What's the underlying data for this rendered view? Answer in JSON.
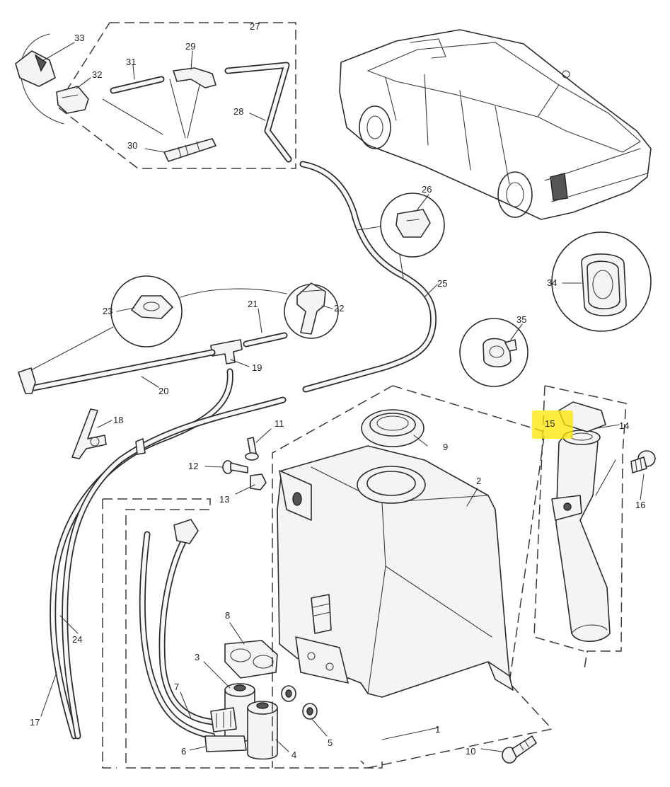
{
  "diagram": {
    "highlight_color": "#ffe600",
    "line_color": "#2b2b2b",
    "labels": [
      {
        "id": "1",
        "text": "1"
      },
      {
        "id": "2",
        "text": "2"
      },
      {
        "id": "3",
        "text": "3"
      },
      {
        "id": "4",
        "text": "4"
      },
      {
        "id": "5",
        "text": "5"
      },
      {
        "id": "6",
        "text": "6"
      },
      {
        "id": "7",
        "text": "7"
      },
      {
        "id": "8",
        "text": "8"
      },
      {
        "id": "9",
        "text": "9"
      },
      {
        "id": "10",
        "text": "10"
      },
      {
        "id": "11",
        "text": "11"
      },
      {
        "id": "12",
        "text": "12"
      },
      {
        "id": "13",
        "text": "13"
      },
      {
        "id": "14",
        "text": "14"
      },
      {
        "id": "15",
        "text": "15"
      },
      {
        "id": "16",
        "text": "16"
      },
      {
        "id": "17",
        "text": "17"
      },
      {
        "id": "18",
        "text": "18"
      },
      {
        "id": "19",
        "text": "19"
      },
      {
        "id": "20",
        "text": "20"
      },
      {
        "id": "21",
        "text": "21"
      },
      {
        "id": "22",
        "text": "22"
      },
      {
        "id": "23",
        "text": "23"
      },
      {
        "id": "24",
        "text": "24"
      },
      {
        "id": "25",
        "text": "25"
      },
      {
        "id": "26",
        "text": "26"
      },
      {
        "id": "27",
        "text": "27"
      },
      {
        "id": "28",
        "text": "28"
      },
      {
        "id": "29",
        "text": "29"
      },
      {
        "id": "30",
        "text": "30"
      },
      {
        "id": "31",
        "text": "31"
      },
      {
        "id": "32",
        "text": "32"
      },
      {
        "id": "33",
        "text": "33"
      },
      {
        "id": "34",
        "text": "34"
      },
      {
        "id": "35",
        "text": "35"
      }
    ]
  }
}
